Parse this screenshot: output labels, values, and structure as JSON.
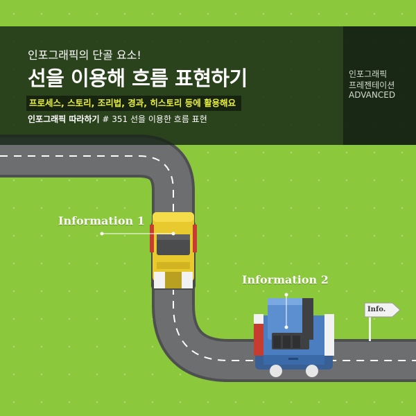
{
  "header": {
    "subtitle": "인포그래픽의 단골 요소!",
    "title": "선을 이용해 흐름 표현하기",
    "highlight": "프로세스, 스토리, 조리법, 경과, 히스토리 등에 활용해요",
    "series_prefix": "인포그래픽 따라하기",
    "series_detail": "# 351 선을 이용한 흐름 표현"
  },
  "side_panel": {
    "line1": "인포그래픽",
    "line2": "프레젠테이션",
    "line3": "ADVANCED"
  },
  "labels": {
    "info1": "Information 1",
    "info2": "Information 2",
    "sign": "Info."
  },
  "colors": {
    "grass": "#8cc83c",
    "road": "#6d6e70",
    "road_edge": "#4e4f51",
    "highlight_text": "#e8ef3a",
    "car_yellow": "#e8c92e",
    "car_blue": "#4a7ec0"
  }
}
